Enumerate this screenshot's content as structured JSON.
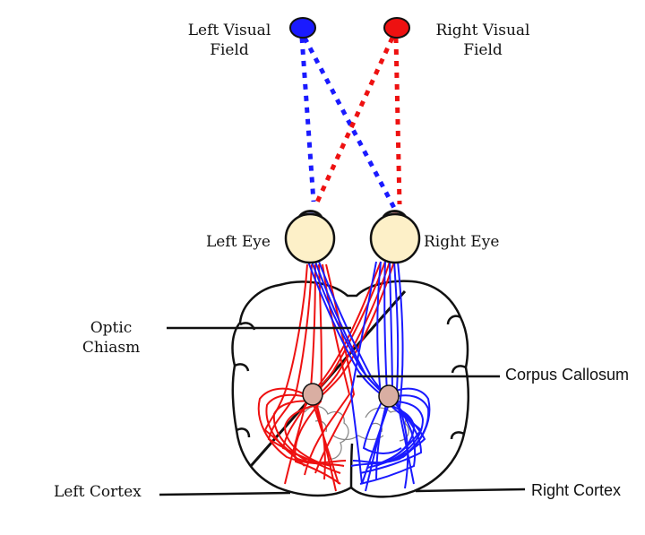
{
  "labels": {
    "left_visual_field": [
      "Left Visual",
      "Field"
    ],
    "right_visual_field": [
      "Right Visual",
      "Field"
    ],
    "left_eye": "Left Eye",
    "right_eye": "Right Eye",
    "optic_chiasm": [
      "Optic",
      "Chiasm"
    ],
    "corpus_callosum": "Corpus Callosum",
    "left_cortex": "Left Cortex",
    "right_cortex": "Right Cortex"
  },
  "colors": {
    "left_field": "#1a1aff",
    "right_field": "#ee1111",
    "eye_fill": "#fdf0c8",
    "nucleus_fill": "#d9aea2",
    "outline": "#111111"
  }
}
